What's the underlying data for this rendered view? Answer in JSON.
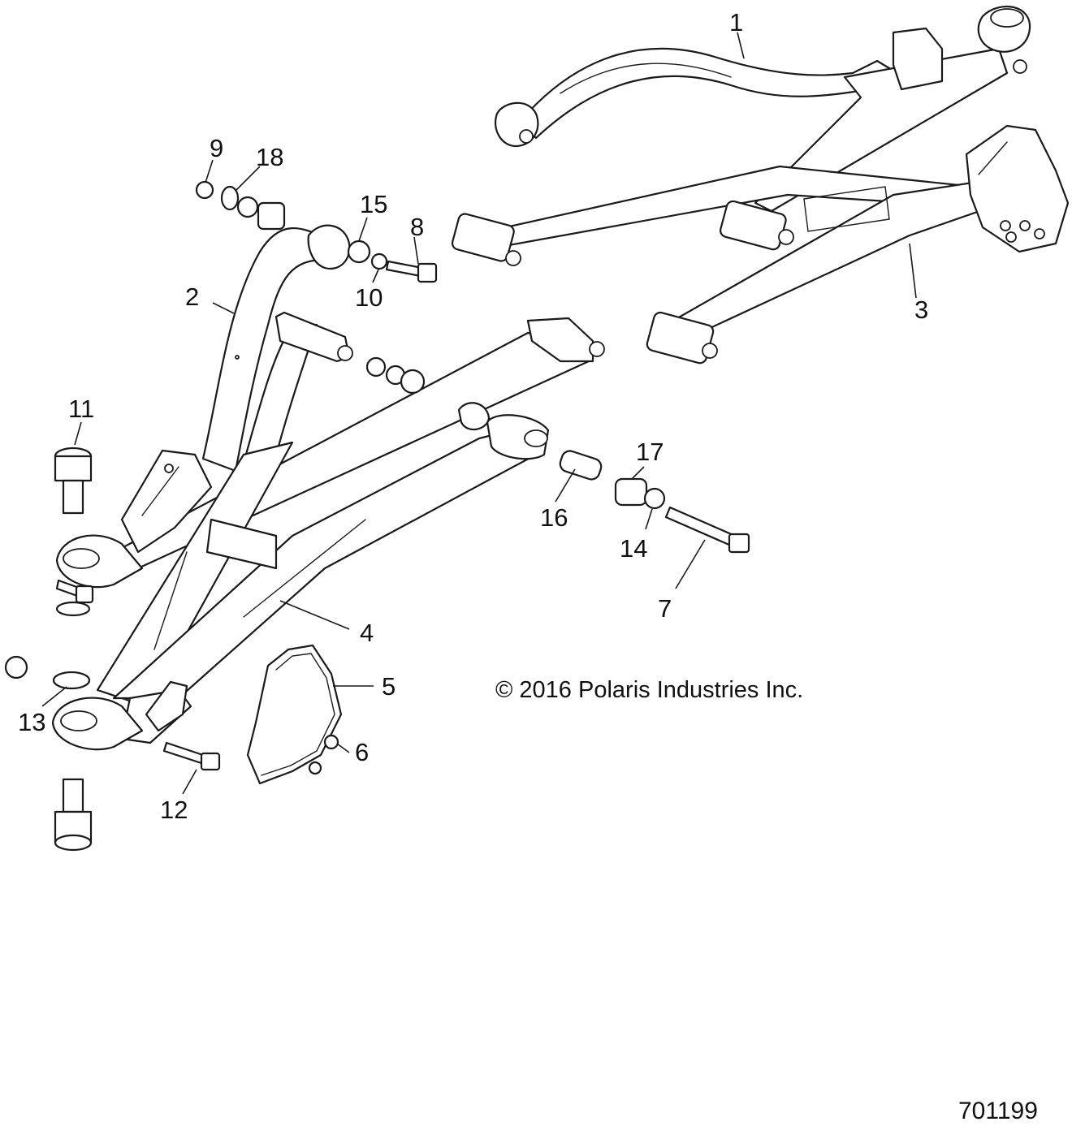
{
  "diagram": {
    "callouts": [
      "1",
      "2",
      "3",
      "4",
      "5",
      "6",
      "7",
      "8",
      "9",
      "10",
      "11",
      "12",
      "13",
      "14",
      "15",
      "16",
      "17",
      "18"
    ],
    "copyright": "© 2016 Polaris Industries Inc.",
    "document_number": "701199"
  }
}
